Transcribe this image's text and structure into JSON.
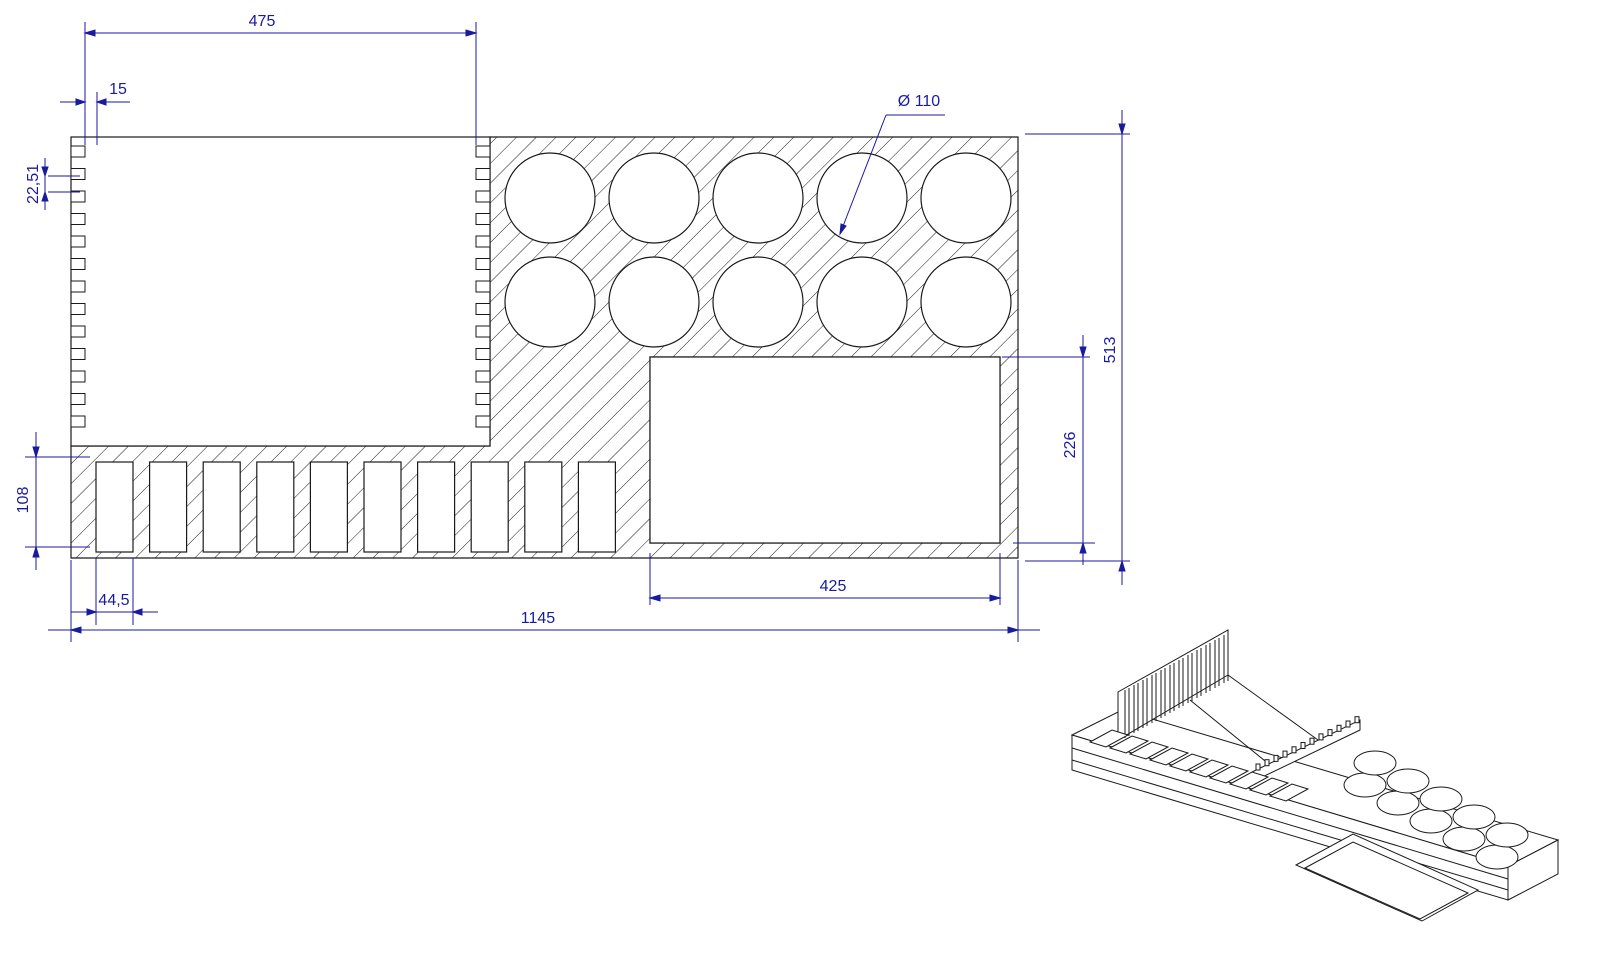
{
  "drawing": {
    "colors": {
      "dimension": "#1a1a9e",
      "outline": "#1a1a1a",
      "hatch": "#1a1a1a",
      "background": "#ffffff"
    },
    "dimensions": {
      "top_compartment_width": "475",
      "wall_thickness": "15",
      "slot_pitch": "22,51",
      "hole_diameter": "Ø 110",
      "total_height": "513",
      "bottom_pocket_height": "226",
      "slot_row_height": "108",
      "slot_width": "44,5",
      "bottom_pocket_width": "425",
      "total_width": "1145"
    },
    "hole_grid": {
      "rows": 2,
      "columns": 5
    },
    "slot_count": 10,
    "comb_teeth_per_side": 13
  }
}
